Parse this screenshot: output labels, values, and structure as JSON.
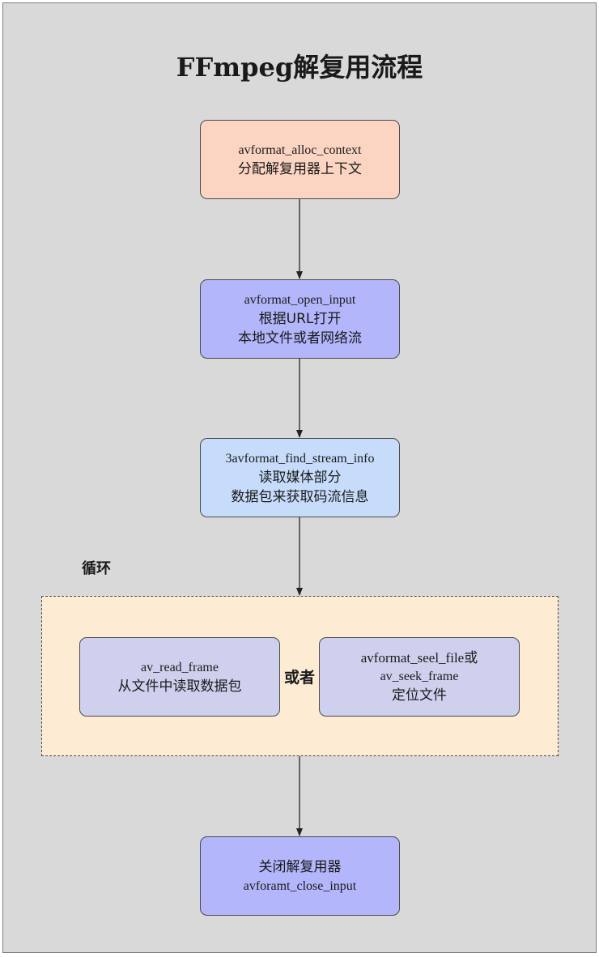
{
  "diagram": {
    "title": "FFmpeg解复用流程",
    "nodes": {
      "alloc": {
        "line1": "avformat_alloc_context",
        "line2": "分配解复用器上下文"
      },
      "open": {
        "line1": "avformat_open_input",
        "line2": "根据URL打开",
        "line3": "本地文件或者网络流"
      },
      "find": {
        "line1": "3avformat_find_stream_info",
        "line2": "读取媒体部分",
        "line3": "数据包来获取码流信息"
      },
      "read": {
        "line1": "av_read_frame",
        "line2": "从文件中读取数据包"
      },
      "seek": {
        "line1": "avformat_seel_file或",
        "line2": "av_seek_frame",
        "line3": "定位文件"
      },
      "close": {
        "line1": "关闭解复用器",
        "line2": "avforamt_close_input"
      }
    },
    "loop_label": "循环",
    "or_label": "或者",
    "colors": {
      "background": "#d9d9d9",
      "alloc_fill": "#fbd5c2",
      "open_fill": "#b3b6fb",
      "find_fill": "#c7dcfb",
      "loop_fill": "#fdebd3",
      "loop_node_fill": "#cfd0ee",
      "close_fill": "#b3b6fb"
    }
  }
}
